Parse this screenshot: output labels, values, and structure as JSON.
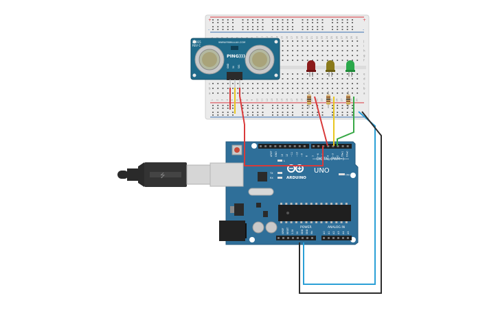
{
  "colors": {
    "breadboard": "#ebebeb",
    "rail_red": "#d9363e",
    "rail_blue": "#3a6fb0",
    "arduino_board": "#2f6f99",
    "sensor_board": "#1f6a8a",
    "usb_cable": "#2a2a2a",
    "wire_red": "#d93a3a",
    "wire_yellow": "#e8c61e",
    "wire_green": "#37a845",
    "wire_blue": "#2a9fd6",
    "wire_black": "#2b2b2b",
    "led_red": "#8b1a1a",
    "led_yellow": "#8a7a1a",
    "led_green": "#2aa84a"
  },
  "breadboard": {
    "column_numbers": [
      "1",
      "2",
      "3",
      "4",
      "5",
      "6",
      "7",
      "8",
      "9",
      "10",
      "11",
      "12",
      "13",
      "14",
      "15",
      "16",
      "17",
      "18",
      "19",
      "20",
      "21",
      "22",
      "23",
      "24",
      "25",
      "26",
      "27",
      "28",
      "29",
      "30"
    ],
    "row_letters_top": [
      "j",
      "i",
      "h",
      "g",
      "f"
    ],
    "row_letters_bottom": [
      "e",
      "d",
      "c",
      "b",
      "a"
    ],
    "rail_plus": "+",
    "rail_minus": "-"
  },
  "sensor": {
    "model_line1": "28015",
    "model_line2": "REV C",
    "website": "WWW.PARALLAX.COM",
    "name": "PING)))",
    "pin_labels": [
      "GND",
      "5V",
      "SIG"
    ]
  },
  "arduino": {
    "digital_label": "DIGITAL (PWM~)",
    "aref": "AREF",
    "gnd": "GND",
    "digital_pins": [
      "13",
      "12",
      "~11",
      "~10",
      "~9",
      "8",
      "7",
      "~6",
      "~5",
      "4",
      "~3",
      "2",
      "TX▸1",
      "RX◂0"
    ],
    "brand": "ARDUINO",
    "model": "UNO",
    "on_label": "ON",
    "l_label": "L",
    "tx_label": "TX",
    "rx_label": "RX",
    "power_label": "POWER",
    "analog_label": "ANALOG IN",
    "power_pins": [
      "IOREF",
      "RESET",
      "3.3V",
      "5V",
      "GND",
      "GND",
      "Vin"
    ],
    "analog_pins": [
      "A0",
      "A1",
      "A2",
      "A3",
      "A4",
      "A5"
    ]
  }
}
